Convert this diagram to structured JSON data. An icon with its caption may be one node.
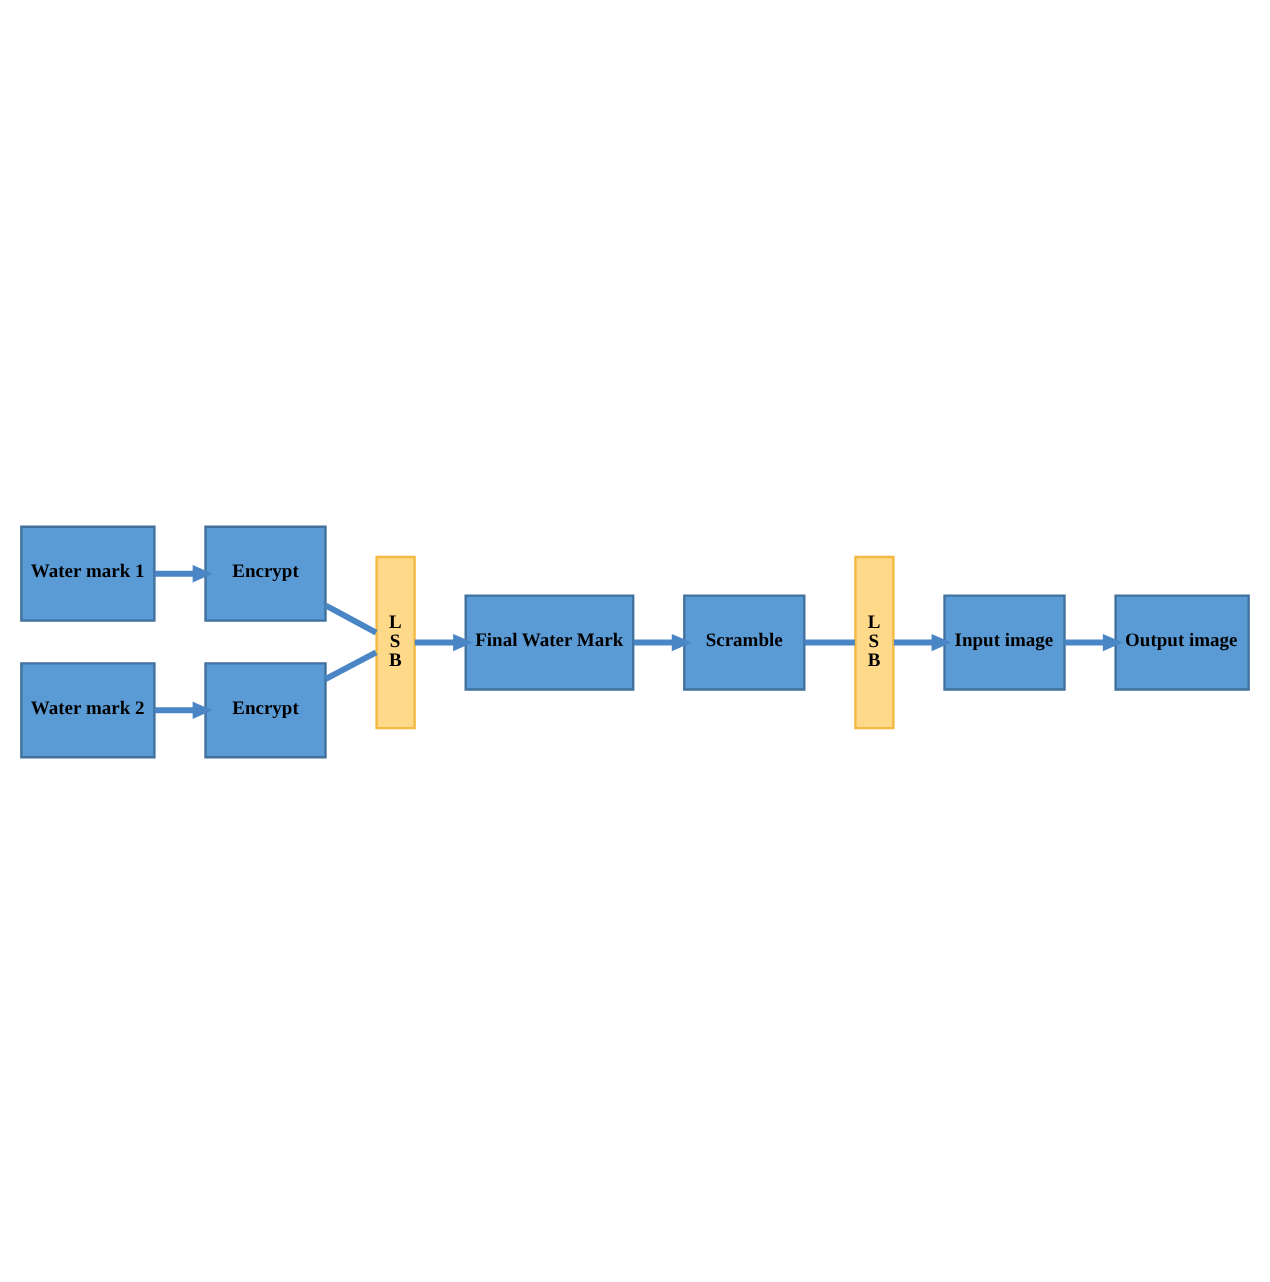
{
  "diagram": {
    "nodes": [
      {
        "text": [
          "Water mark 1"
        ]
      },
      {
        "text": [
          "Encrypt"
        ]
      },
      {
        "text": [
          "L S B"
        ]
      },
      {
        "text": [
          "Final Water Mark"
        ]
      },
      {
        "text": [
          "Water mark 2"
        ]
      },
      {
        "text": [
          "Encrypt"
        ]
      },
      {
        "text": [
          "Scramble"
        ]
      },
      {
        "text": [
          "L S B"
        ]
      },
      {
        "text": [
          "Input image"
        ]
      },
      {
        "text": [
          "Output image"
        ]
      }
    ],
    "edges": [
      {
        "from": 0,
        "to": 1,
        "arrow": "to"
      },
      {
        "from": 1,
        "to": 2,
        "arrow": "none"
      },
      {
        "from": 2,
        "to": 3,
        "arrow": "to"
      },
      {
        "from": 4,
        "to": 5,
        "arrow": "to"
      },
      {
        "from": 5,
        "to": 2,
        "arrow": "none"
      },
      {
        "from": 3,
        "to": 6,
        "arrow": "to"
      },
      {
        "from": 6,
        "to": 7,
        "arrow": "none"
      },
      {
        "from": 7,
        "to": 8,
        "arrow": "to"
      },
      {
        "from": 8,
        "to": 9,
        "arrow": "to"
      }
    ]
  }
}
